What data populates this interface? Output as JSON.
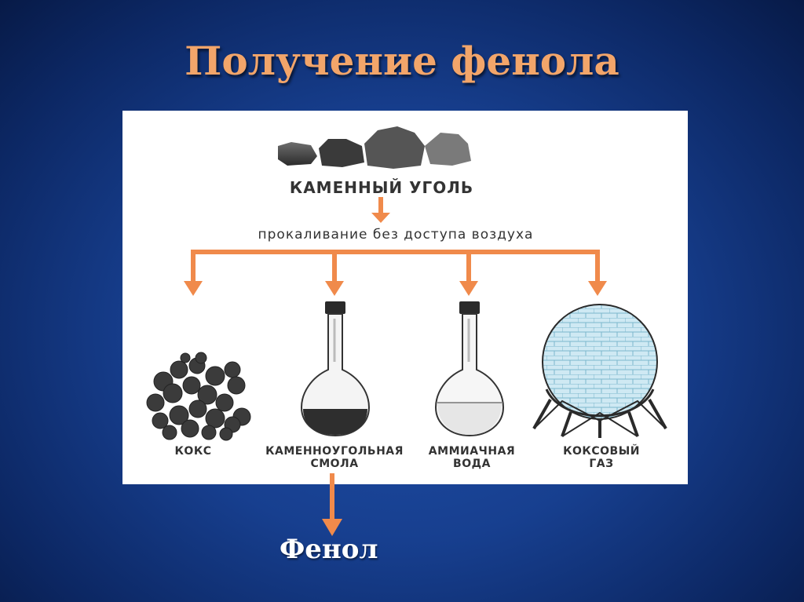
{
  "title": "Получение фенола",
  "diagram": {
    "source": "КАМЕННЫЙ УГОЛЬ",
    "process": "прокаливание без доступа воздуха",
    "products": [
      {
        "line1": "КОКС",
        "line2": ""
      },
      {
        "line1": "КАМЕННОУГОЛЬНАЯ",
        "line2": "СМОЛА"
      },
      {
        "line1": "АММИАЧНАЯ",
        "line2": "ВОДА"
      },
      {
        "line1": "КОКСОВЫЙ",
        "line2": "ГАЗ"
      }
    ],
    "result": "Фенол",
    "colors": {
      "arrow": "#f08a4b",
      "title": "#f2a56a"
    }
  }
}
